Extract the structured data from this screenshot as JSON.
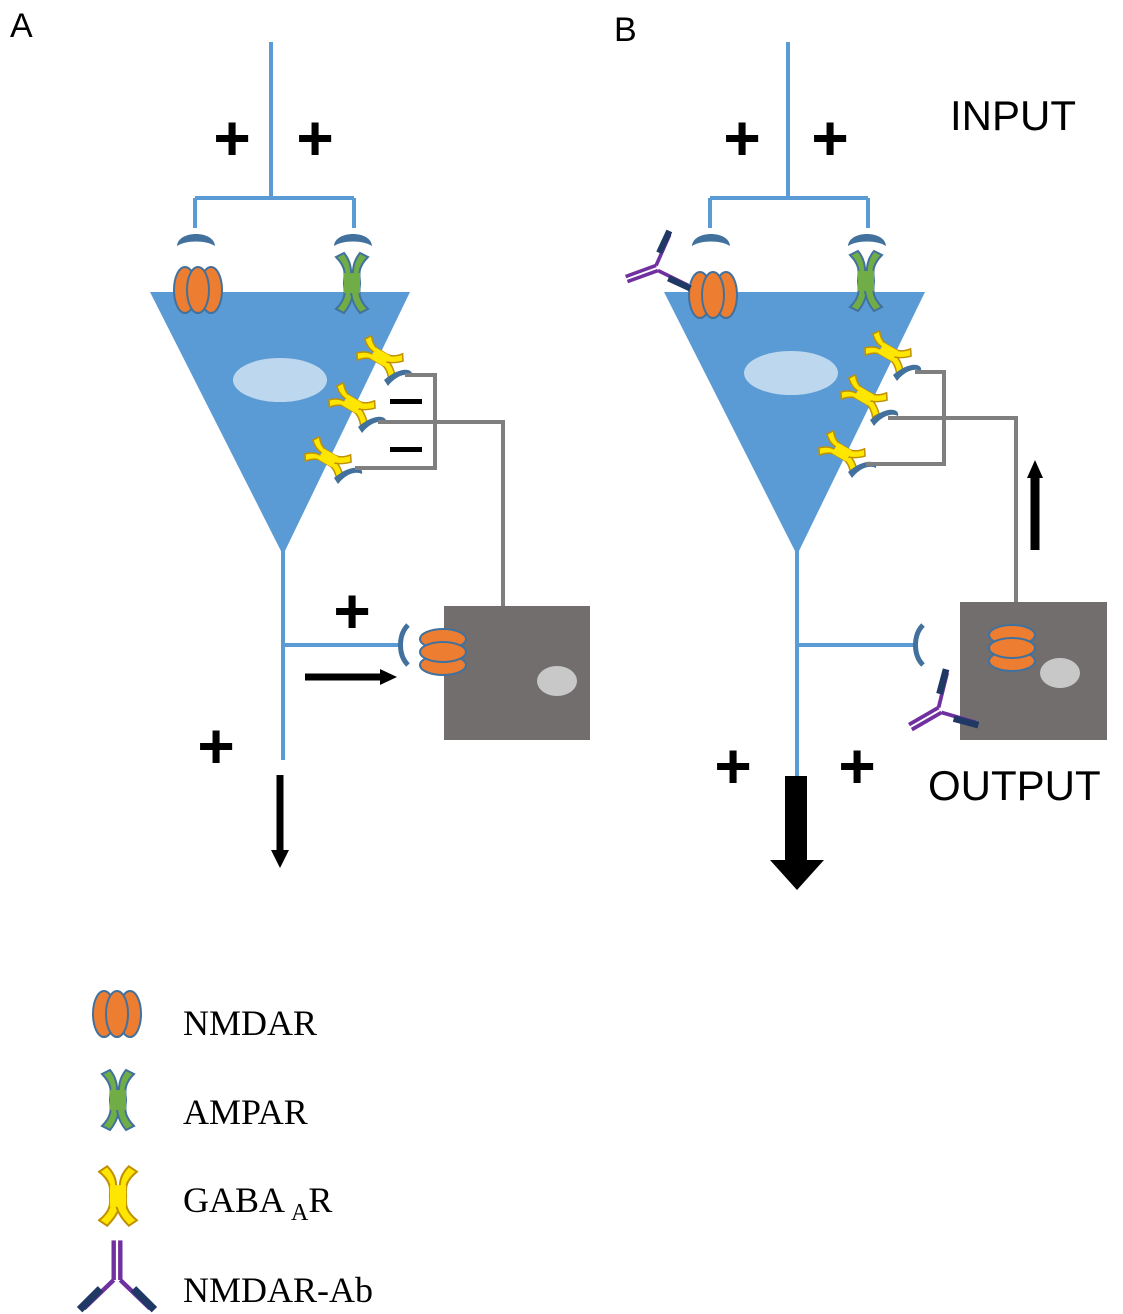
{
  "panels": {
    "a": {
      "label": "A"
    },
    "b": {
      "label": "B"
    }
  },
  "labels": {
    "input": "INPUT",
    "output": "OUTPUT",
    "plus": "+",
    "minus": "−"
  },
  "legend": [
    {
      "icon": "nmdar-icon",
      "text": "NMDAR"
    },
    {
      "icon": "ampar-icon",
      "text": "AMPAR"
    },
    {
      "icon": "gabaar-icon",
      "text": "GABA",
      "sub": "A",
      "suffix": "R"
    },
    {
      "icon": "nmdar-ab-icon",
      "text": "NMDAR-Ab"
    }
  ],
  "colors": {
    "neuron_blue": "#5b9bd5",
    "line_blue": "#5b9bd5",
    "nucleus": "#bdd7ee",
    "interneuron_gray": "#716e6d",
    "interneuron_nucleus": "#c8c8c8",
    "inhibitory_line": "#7f7f7f",
    "nmdar": "#ed7d31",
    "ampar": "#70ad47",
    "gabaar": "#ffe600",
    "antibody_purple": "#7030a0",
    "antibody_navy": "#1f3864",
    "receptor_outline": "#41719c"
  }
}
